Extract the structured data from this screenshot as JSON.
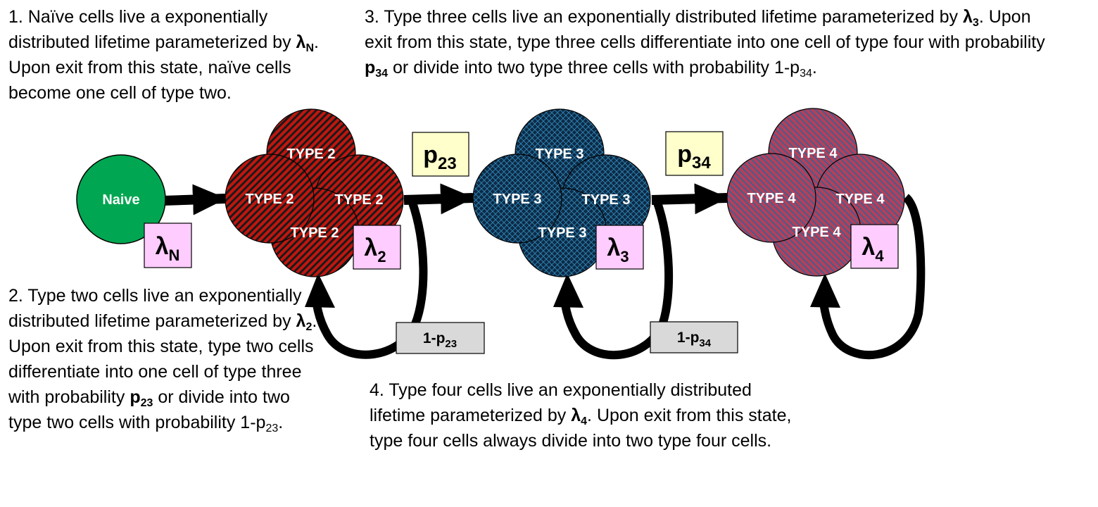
{
  "notes": {
    "n1": {
      "a": "1. Naïve cells live a exponentially distributed lifetime parameterized by ",
      "sym": "λ",
      "sub": "N",
      "b": ". Upon exit from this state, naïve cells become one cell of type two."
    },
    "n2": {
      "a": "2. Type two cells live an exponentially distributed lifetime parameterized by ",
      "sym": "λ",
      "sub": "2",
      "b": ". Upon exit from this state, type two cells differentiate into one cell of type three with probability ",
      "psym": "p",
      "psub": "23",
      "c": " or divide into two type two cells with probability 1-p",
      "csub": "23",
      "d": "."
    },
    "n3": {
      "a": "3. Type three cells live an exponentially distributed lifetime parameterized by ",
      "sym": "λ",
      "sub": "3",
      "b": ". Upon exit from this state, type three cells differentiate into one cell of type four with probability ",
      "psym": "p",
      "psub": "34",
      "c": " or divide into two type three cells with probability 1-p",
      "csub": "34",
      "d": "."
    },
    "n4": {
      "a": "4. Type four cells live an exponentially distributed lifetime parameterized by ",
      "sym": "λ",
      "sub": "4",
      "b": ". Upon exit from this state, type four cells always divide into two type four cells."
    }
  },
  "nodes": {
    "naive": {
      "label": "Naive",
      "color": "#00a651"
    },
    "type2": {
      "label": "TYPE 2",
      "color": "#c0160f"
    },
    "type3": {
      "label": "TYPE 3",
      "color": "#0e2a45",
      "hatch": "#2e87b8"
    },
    "type4": {
      "label": "TYPE 4",
      "color": "#b4405a",
      "hatch": "#4a5b8c"
    }
  },
  "rates": {
    "lamN": {
      "sym": "λ",
      "sub": "N"
    },
    "lam2": {
      "sym": "λ",
      "sub": "2"
    },
    "lam3": {
      "sym": "λ",
      "sub": "3"
    },
    "lam4": {
      "sym": "λ",
      "sub": "4"
    }
  },
  "probs": {
    "p23": {
      "sym": "p",
      "sub": "23"
    },
    "p34": {
      "sym": "p",
      "sub": "34"
    },
    "q23": {
      "sym": "1-p",
      "sub": "23"
    },
    "q34": {
      "sym": "1-p",
      "sub": "34"
    }
  },
  "colors": {
    "rate_box": "#ffccff",
    "prob_box": "#ffffcc",
    "loop_box": "#d9d9d9"
  }
}
